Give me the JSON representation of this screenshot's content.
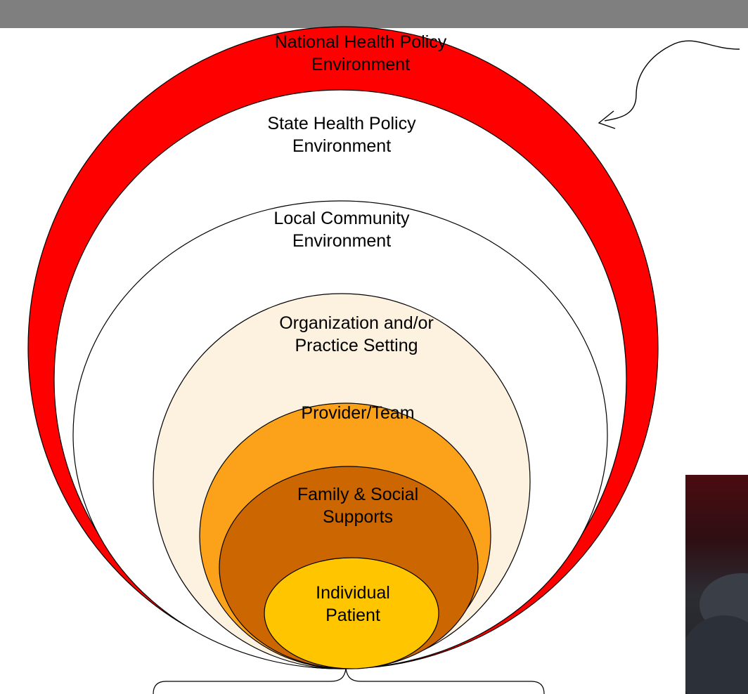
{
  "diagram": {
    "rings": [
      {
        "id": "national",
        "label": [
          "National Health Policy",
          "Environment"
        ],
        "fill": "#ff0000"
      },
      {
        "id": "state",
        "label": [
          "State Health Policy",
          "Environment"
        ],
        "fill": "#ffffff"
      },
      {
        "id": "local",
        "label": [
          "Local Community",
          "Environment"
        ],
        "fill": "#ffffff"
      },
      {
        "id": "organization",
        "label": [
          "Organization and/or",
          "Practice Setting"
        ],
        "fill": "#fdf1e0"
      },
      {
        "id": "provider",
        "label": [
          "Provider/Team"
        ],
        "fill": "#fba21a"
      },
      {
        "id": "family",
        "label": [
          "Family & Social",
          "Supports"
        ],
        "fill": "#cc6600"
      },
      {
        "id": "patient",
        "label": [
          "Individual",
          "Patient"
        ],
        "fill": "#ffc600"
      }
    ]
  },
  "colors": {
    "header_bar": "#7f7f7f",
    "outline": "#000000"
  }
}
